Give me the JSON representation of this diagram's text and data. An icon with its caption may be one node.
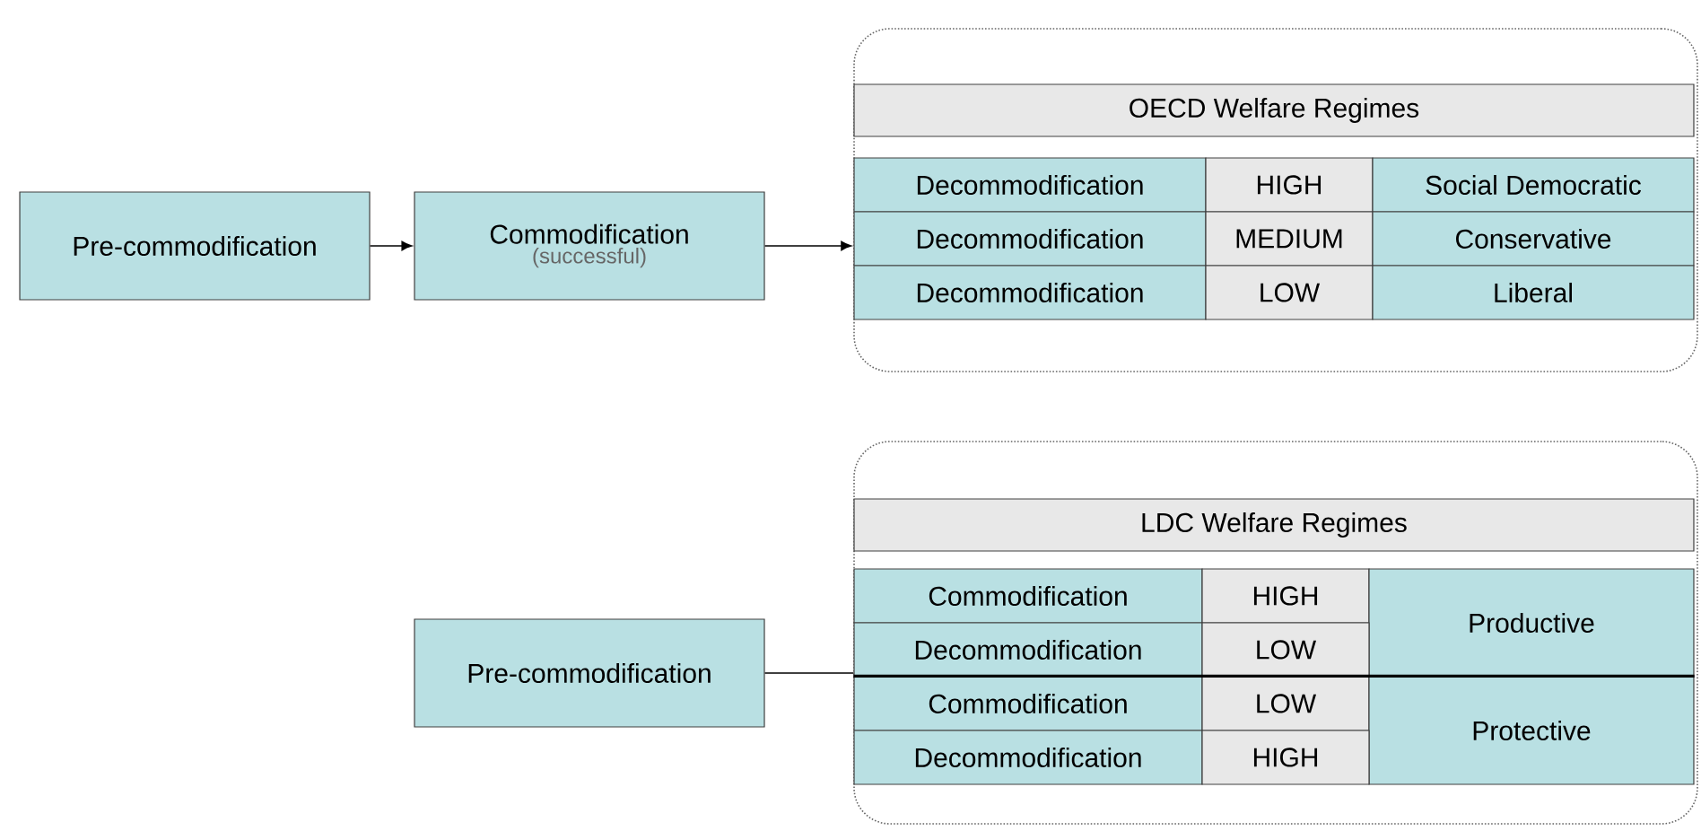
{
  "diagram": {
    "nodes": [
      {
        "text": [
          "Pre-commodification"
        ]
      },
      {
        "text": [
          "Commodification",
          "(successful)"
        ]
      },
      {
        "text": [],
        "shape": "box"
      },
      {
        "text": [
          "OECD Welfare Regimes"
        ],
        "in": 2
      },
      {
        "text": [
          "Decommodification"
        ],
        "in": 2
      },
      {
        "text": [
          "HIGH"
        ],
        "in": 2
      },
      {
        "text": [
          "Social Democratic"
        ],
        "in": 2
      },
      {
        "text": [
          "Decommodification"
        ],
        "in": 2
      },
      {
        "text": [
          "MEDIUM"
        ],
        "in": 2
      },
      {
        "text": [
          "Conservative"
        ],
        "in": 2
      },
      {
        "text": [
          "Decommodification"
        ],
        "in": 2
      },
      {
        "text": [
          "LOW"
        ],
        "in": 2
      },
      {
        "text": [
          "Liberal"
        ],
        "in": 2
      },
      {
        "text": [
          "Pre-commodification"
        ]
      },
      {
        "text": [],
        "shape": "box"
      },
      {
        "text": [
          "LDC Welfare Regimes"
        ],
        "in": 14
      },
      {
        "text": [
          "Commodification"
        ],
        "in": 14
      },
      {
        "text": [
          "HIGH"
        ],
        "in": 14
      },
      {
        "text": [
          "Productive"
        ],
        "in": 14
      },
      {
        "text": [
          "Decommodification"
        ],
        "in": 14
      },
      {
        "text": [
          "LOW"
        ],
        "in": 14
      },
      {
        "text": [
          "Commodification"
        ],
        "in": 14
      },
      {
        "text": [
          "LOW"
        ],
        "in": 14
      },
      {
        "text": [
          "Protective"
        ],
        "in": 14
      },
      {
        "text": [
          "Decommodification"
        ],
        "in": 14
      },
      {
        "text": [
          "HIGH"
        ],
        "in": 14
      }
    ],
    "edges": [
      {
        "from": 0,
        "to": 1,
        "arrow": "to"
      },
      {
        "from": 1,
        "to": 2,
        "arrow": "to"
      },
      {
        "from": 13,
        "to": 14,
        "arrow": "none"
      }
    ]
  }
}
